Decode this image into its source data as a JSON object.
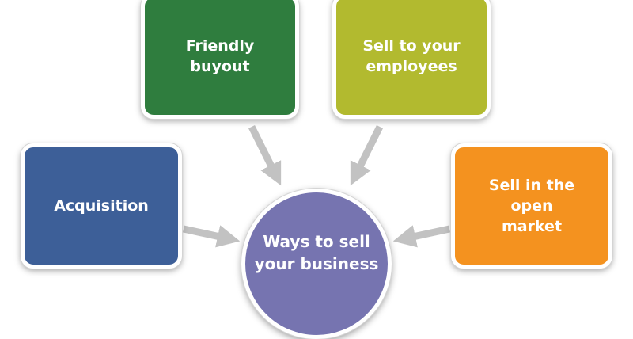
{
  "diagram": {
    "center": {
      "lines": [
        "Ways to",
        "sell your",
        "business"
      ],
      "color": "#7674b0"
    },
    "nodes": [
      {
        "id": "friendly-buyout",
        "lines": [
          "Friendly",
          "buyout"
        ],
        "color": "#2f7d3e"
      },
      {
        "id": "sell-to-employees",
        "lines": [
          "Sell to your",
          "employees"
        ],
        "color": "#b2ba2f"
      },
      {
        "id": "acquisition",
        "lines": [
          "Acquisition"
        ],
        "color": "#3d5f98"
      },
      {
        "id": "sell-in-open-market",
        "lines": [
          "Sell in the",
          "open",
          "market"
        ],
        "color": "#f4921f"
      }
    ],
    "arrow_color": "#c2c2c2"
  }
}
